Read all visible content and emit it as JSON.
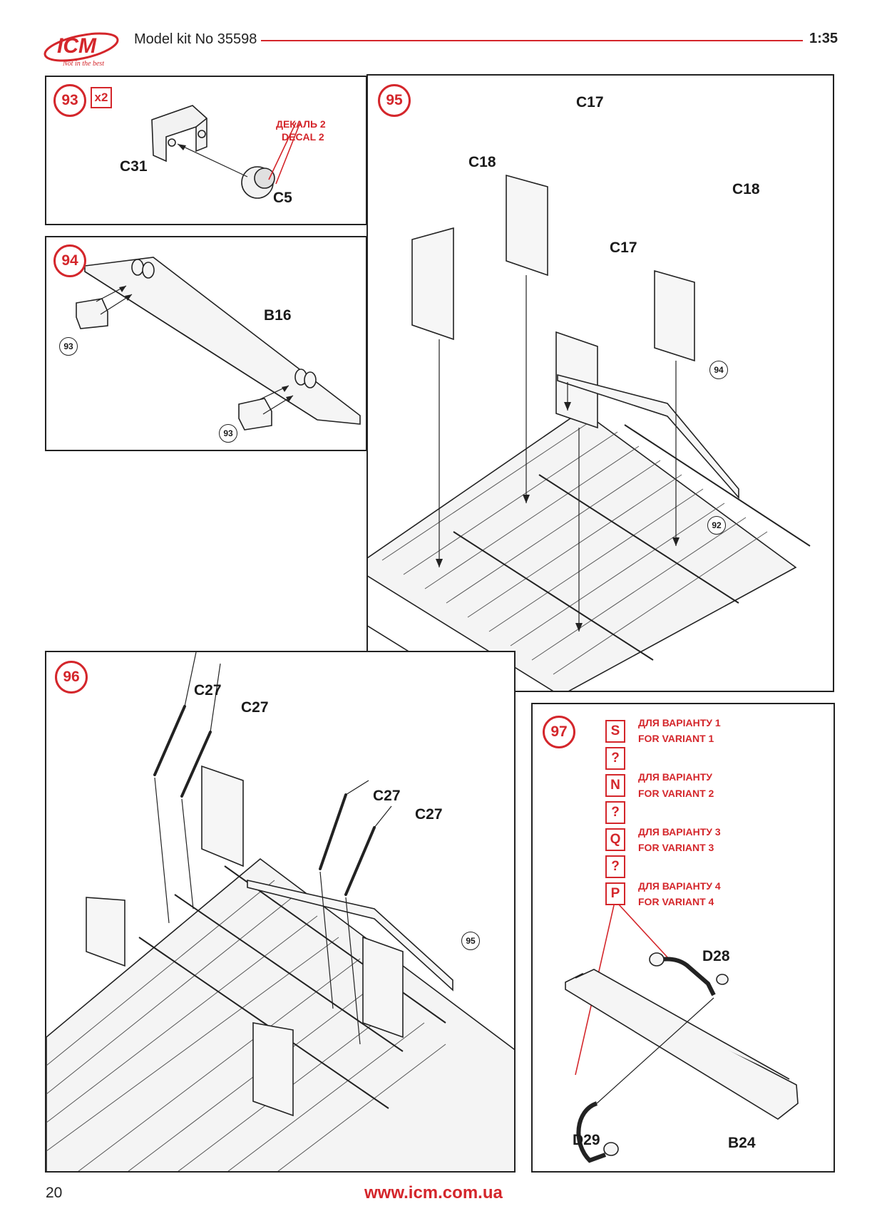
{
  "header": {
    "brand": "ICM",
    "tagline": "Not in the best",
    "model_kit": "Model kit No 35598",
    "scale": "1:35"
  },
  "colors": {
    "accent": "#d4262b",
    "line": "#222222"
  },
  "steps": {
    "s93": {
      "number": "93",
      "multiplier": "x2",
      "parts": [
        "C31",
        "C5"
      ],
      "decal_ua": "ДЕКАЛЬ 2",
      "decal_en": "DECAL 2"
    },
    "s94": {
      "number": "94",
      "parts": [
        "B16"
      ],
      "refs": [
        "93",
        "93"
      ]
    },
    "s95": {
      "number": "95",
      "parts": [
        "C17",
        "C18",
        "C18",
        "C17"
      ],
      "refs": [
        "94",
        "92"
      ]
    },
    "s96": {
      "number": "96",
      "parts": [
        "C27",
        "C27",
        "C27",
        "C27"
      ],
      "refs": [
        "95"
      ]
    },
    "s97": {
      "number": "97",
      "variants": [
        {
          "letter": "S",
          "ua": "ДЛЯ ВАРІАНТУ 1",
          "en": "FOR VARIANT 1"
        },
        {
          "letter": "N",
          "ua": "ДЛЯ ВАРІАНТУ",
          "en": "FOR VARIANT 2"
        },
        {
          "letter": "Q",
          "ua": "ДЛЯ ВАРІАНТУ 3",
          "en": "FOR VARIANT 3"
        },
        {
          "letter": "P",
          "ua": "ДЛЯ ВАРІАНТУ 4",
          "en": "FOR VARIANT 4"
        }
      ],
      "unknown_mark": "?",
      "parts": [
        "D28",
        "D29",
        "B24"
      ]
    }
  },
  "footer": {
    "page": "20",
    "url": "www.icm.com.ua"
  }
}
